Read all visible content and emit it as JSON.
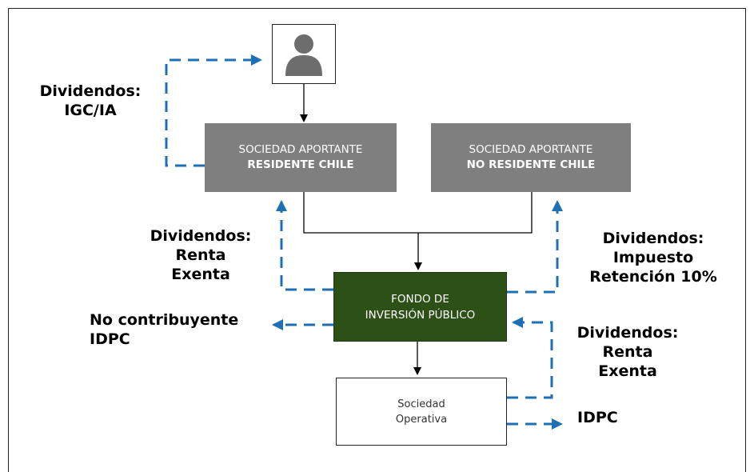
{
  "boxes": {
    "resident": {
      "line1": "SOCIEDAD APORTANTE",
      "line2": "RESIDENTE CHILE"
    },
    "nonresident": {
      "line1": "SOCIEDAD APORTANTE",
      "line2": "NO RESIDENTE CHILE"
    },
    "fund": {
      "line1": "FONDO DE",
      "line2": "INVERSIÓN PÚBLICO"
    },
    "operating": {
      "line1": "Sociedad",
      "line2": "Operativa"
    }
  },
  "labels": {
    "igc": [
      "Dividendos:",
      "IGC/IA"
    ],
    "renta_left": [
      "Dividendos:",
      "Renta",
      "Exenta"
    ],
    "impuesto": [
      "Dividendos:",
      "Impuesto",
      "Retención 10%"
    ],
    "no_contrib": [
      "No contribuyente",
      "IDPC"
    ],
    "renta_right": [
      "Dividendos:",
      "Renta",
      "Exenta"
    ],
    "idpc": "IDPC"
  },
  "colors": {
    "gray_box": "#7f7f7f",
    "fund_box": "#2d5016",
    "dashed_arrow": "#1f6fb5",
    "solid_arrow": "#000000"
  },
  "icons": {
    "person": "person-icon"
  }
}
